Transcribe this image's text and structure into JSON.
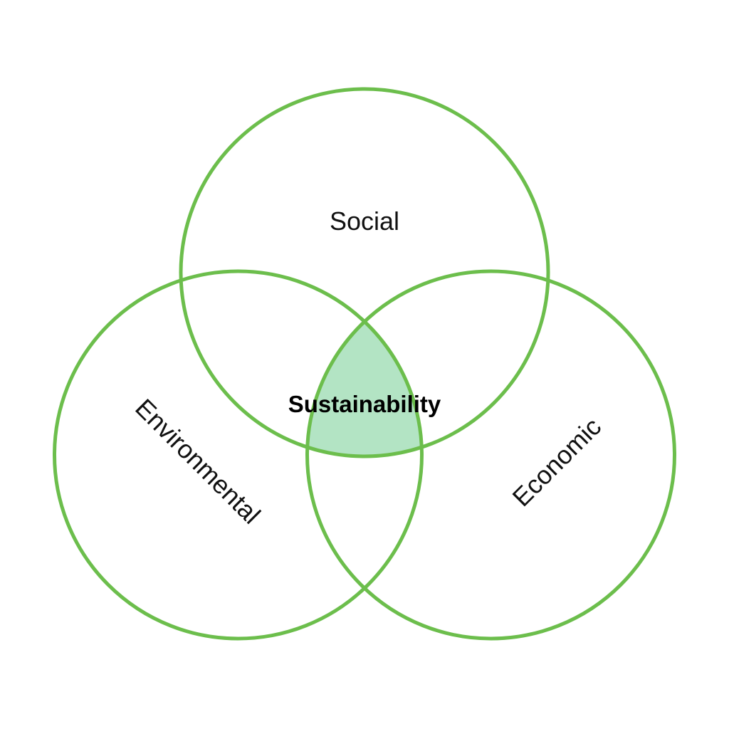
{
  "diagram": {
    "type": "venn",
    "sets": [
      {
        "id": "social",
        "label": "Social"
      },
      {
        "id": "environmental",
        "label": "Environmental"
      },
      {
        "id": "economic",
        "label": "Economic"
      }
    ],
    "intersection_label": "Sustainability",
    "colors": {
      "outline": "#6cbe4c",
      "intersection_fill": "#b3e4c4"
    }
  }
}
